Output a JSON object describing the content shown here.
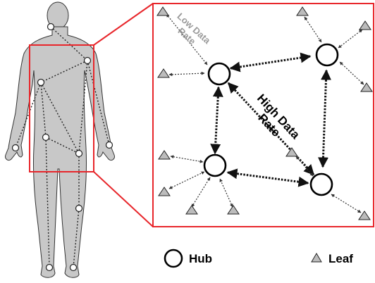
{
  "diagram": {
    "labels": {
      "low_data_rate_line1": "Low Data",
      "low_data_rate_line2": "Rate",
      "high_data_rate_line1": "High Data",
      "high_data_rate_line2": "Rate"
    },
    "legend": {
      "hub_label": "Hub",
      "leaf_label": "Leaf"
    },
    "colors": {
      "highlight_frame": "#e8262b",
      "body_fill": "#c8c8c8",
      "body_stroke": "#333333",
      "low_rate_text": "#9a9a9a",
      "ink": "#000000"
    },
    "icons": {
      "hub": "circle",
      "leaf": "triangle"
    }
  }
}
